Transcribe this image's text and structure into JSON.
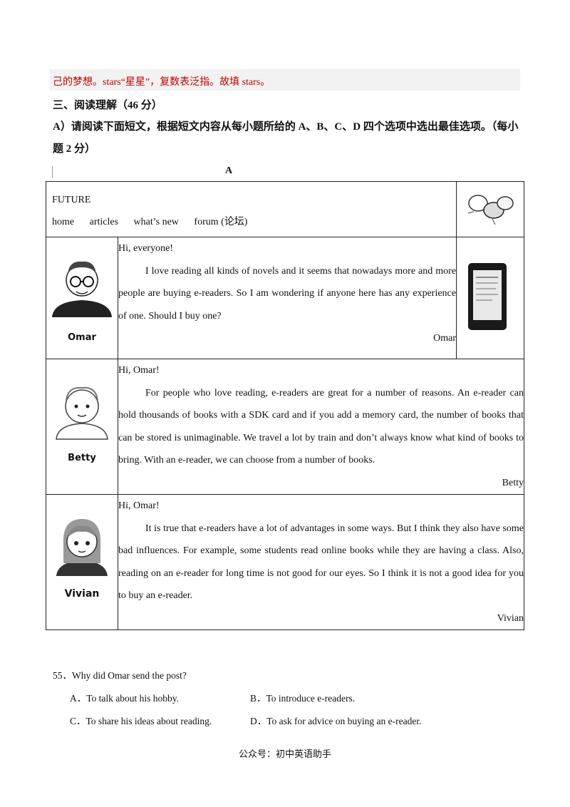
{
  "answer_note": "己的梦想。stars“星星”，复数表泛指。故填 stars。",
  "section_title": "三、阅读理解（46 分）",
  "instruction": "A）请阅读下面短文，根据短文内容从每小题所给的 A、B、C、D 四个选项中选出最佳选项。（每小题 2 分）",
  "passage_label": "A",
  "forum": {
    "site_name": "FUTURE",
    "nav": [
      "home",
      "articles",
      "what’s new",
      "forum (论坛)"
    ],
    "posts": [
      {
        "author": "Omar",
        "greeting": "Hi, everyone!",
        "body": "I love reading all kinds of novels and it seems that nowadays more and more people are buying e-readers. So I am wondering if anyone here has any experience of one. Should I buy one?",
        "signature": "Omar"
      },
      {
        "author": "Betty",
        "greeting": "Hi, Omar!",
        "body": "For people who love reading, e-readers are great for a number of reasons. An e-reader can hold thousands of books with a SDK card and if you add a memory card, the number of books that can be stored is unimaginable. We travel a lot by train and don’t always know what kind of books to bring. With an e-reader, we can choose from a number of books.",
        "signature": "Betty"
      },
      {
        "author": "Vivian",
        "greeting": "Hi, Omar!",
        "body": "It is true that e-readers have a lot of advantages in some ways. But I think they also have some bad influences. For example, some students read online books while they are having a class. Also, reading on an e-reader for long time is not good for our eyes. So I think it is not a good idea for you to buy an e-reader.",
        "signature": "Vivian"
      }
    ]
  },
  "question": {
    "stem": "55．Why did Omar send the post?",
    "options": [
      "A．To talk about his hobby.",
      "B．To introduce e-readers.",
      "C．To share his ideas about reading.",
      "D．To ask for advice on buying an e-reader."
    ]
  },
  "footer": "公众号：初中英语助手"
}
